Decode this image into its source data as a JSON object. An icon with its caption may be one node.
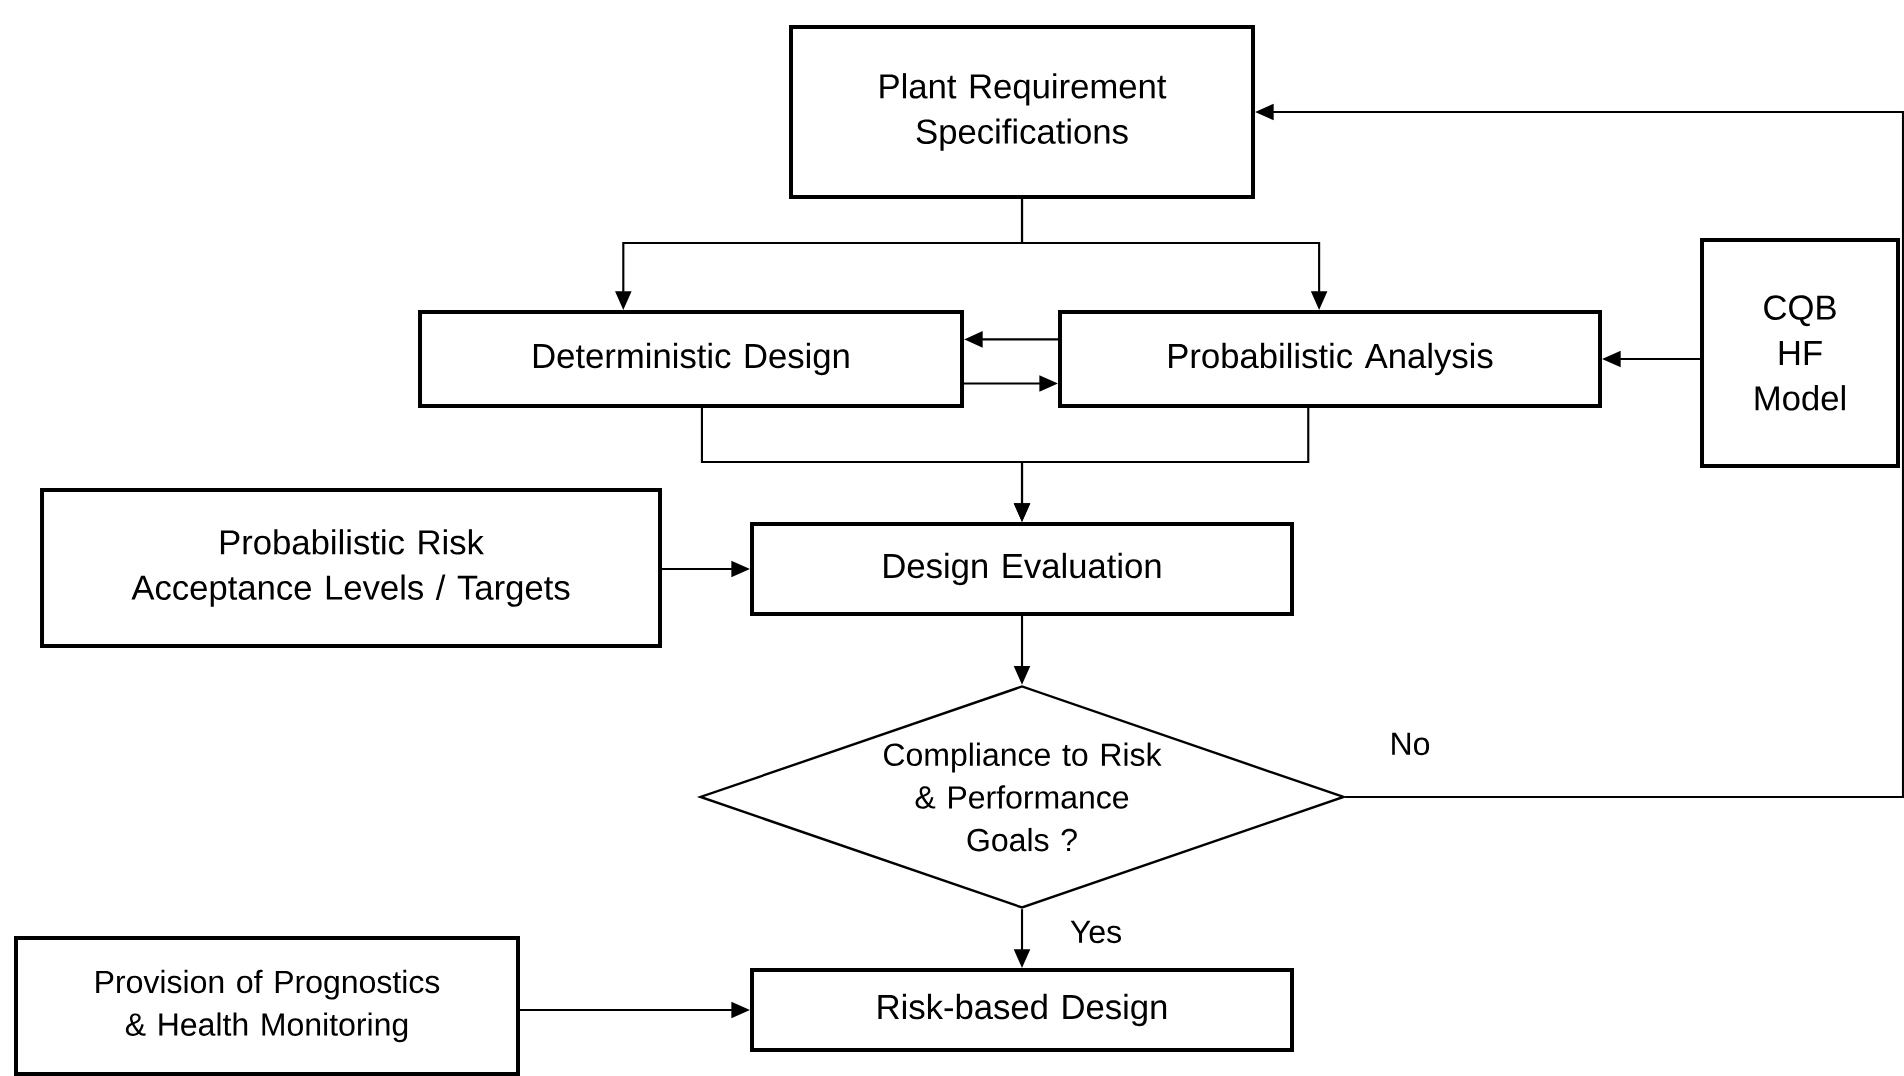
{
  "diagram": {
    "nodes": [
      {
        "text": [
          "Plant Requirement Specifications"
        ]
      },
      {
        "text": [
          "Deterministic Design"
        ]
      },
      {
        "text": [
          "Probabilistic Analysis"
        ]
      },
      {
        "text": [
          "CQB HF Model"
        ]
      },
      {
        "text": [
          "Probabilistic Risk Acceptance Levels / Targets"
        ]
      },
      {
        "text": [
          "Design Evaluation"
        ]
      },
      {
        "text": [
          "Compliance to Risk & Performance Goals ?"
        ]
      },
      {
        "text": [
          "Provision of Prognostics & Health Monitoring"
        ]
      },
      {
        "text": [
          "Risk-based Design"
        ]
      }
    ],
    "edges": [
      {
        "from": 0,
        "to": 1,
        "arrow": "to"
      },
      {
        "from": 0,
        "to": 2,
        "arrow": "to"
      },
      {
        "from": 2,
        "to": 1,
        "arrow": "to"
      },
      {
        "from": 1,
        "to": 2,
        "arrow": "to"
      },
      {
        "from": 3,
        "to": 2,
        "arrow": "to"
      },
      {
        "from": 1,
        "to": 5,
        "arrow": "to"
      },
      {
        "from": 2,
        "to": 5,
        "arrow": "to"
      },
      {
        "from": 4,
        "to": 5,
        "arrow": "to"
      },
      {
        "from": 5,
        "to": 6,
        "arrow": "to"
      },
      {
        "from": 6,
        "to": 8,
        "label": "Yes",
        "arrow": "to"
      },
      {
        "from": 6,
        "to": 0,
        "label": "No",
        "arrow": "to"
      },
      {
        "from": 7,
        "to": 8,
        "arrow": "to"
      }
    ]
  }
}
